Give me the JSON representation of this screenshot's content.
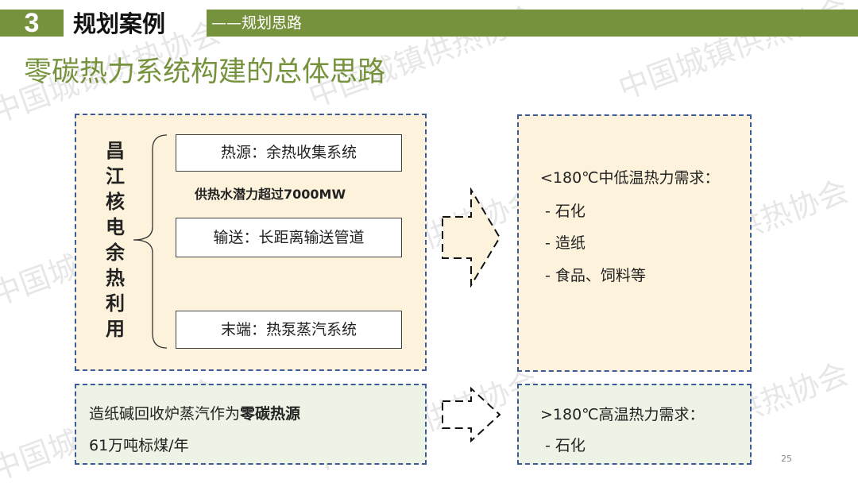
{
  "header": {
    "section_number": "3",
    "section_title": "规划案例",
    "subtitle": "——规划思路"
  },
  "title": "零碳热力系统构建的总体思路",
  "left_panel": {
    "vertical_label": "昌江核电余热利用",
    "items": [
      "热源：余热收集系统",
      "输送：长距离输送管道",
      "末端：热泵蒸汽系统"
    ],
    "note": "供热水潜力超过7000MW"
  },
  "right_panel_low": {
    "heading": "<180℃中低温热力需求：",
    "items": [
      "- 石化",
      "- 造纸",
      "- 食品、饲料等"
    ]
  },
  "bottom_left": {
    "line1_prefix": "造纸碱回收炉蒸汽作为",
    "line1_bold": "零碳热源",
    "line2": "61万吨标煤/年"
  },
  "right_panel_high": {
    "heading": ">180℃高温热力需求：",
    "items": [
      "- 石化"
    ]
  },
  "page_number": "25",
  "watermark": "中国城镇供热协会",
  "colors": {
    "accent": "#76923c",
    "border": "#3d5a99",
    "cream": "#fdf3dc",
    "light_green": "#edf3e5"
  }
}
